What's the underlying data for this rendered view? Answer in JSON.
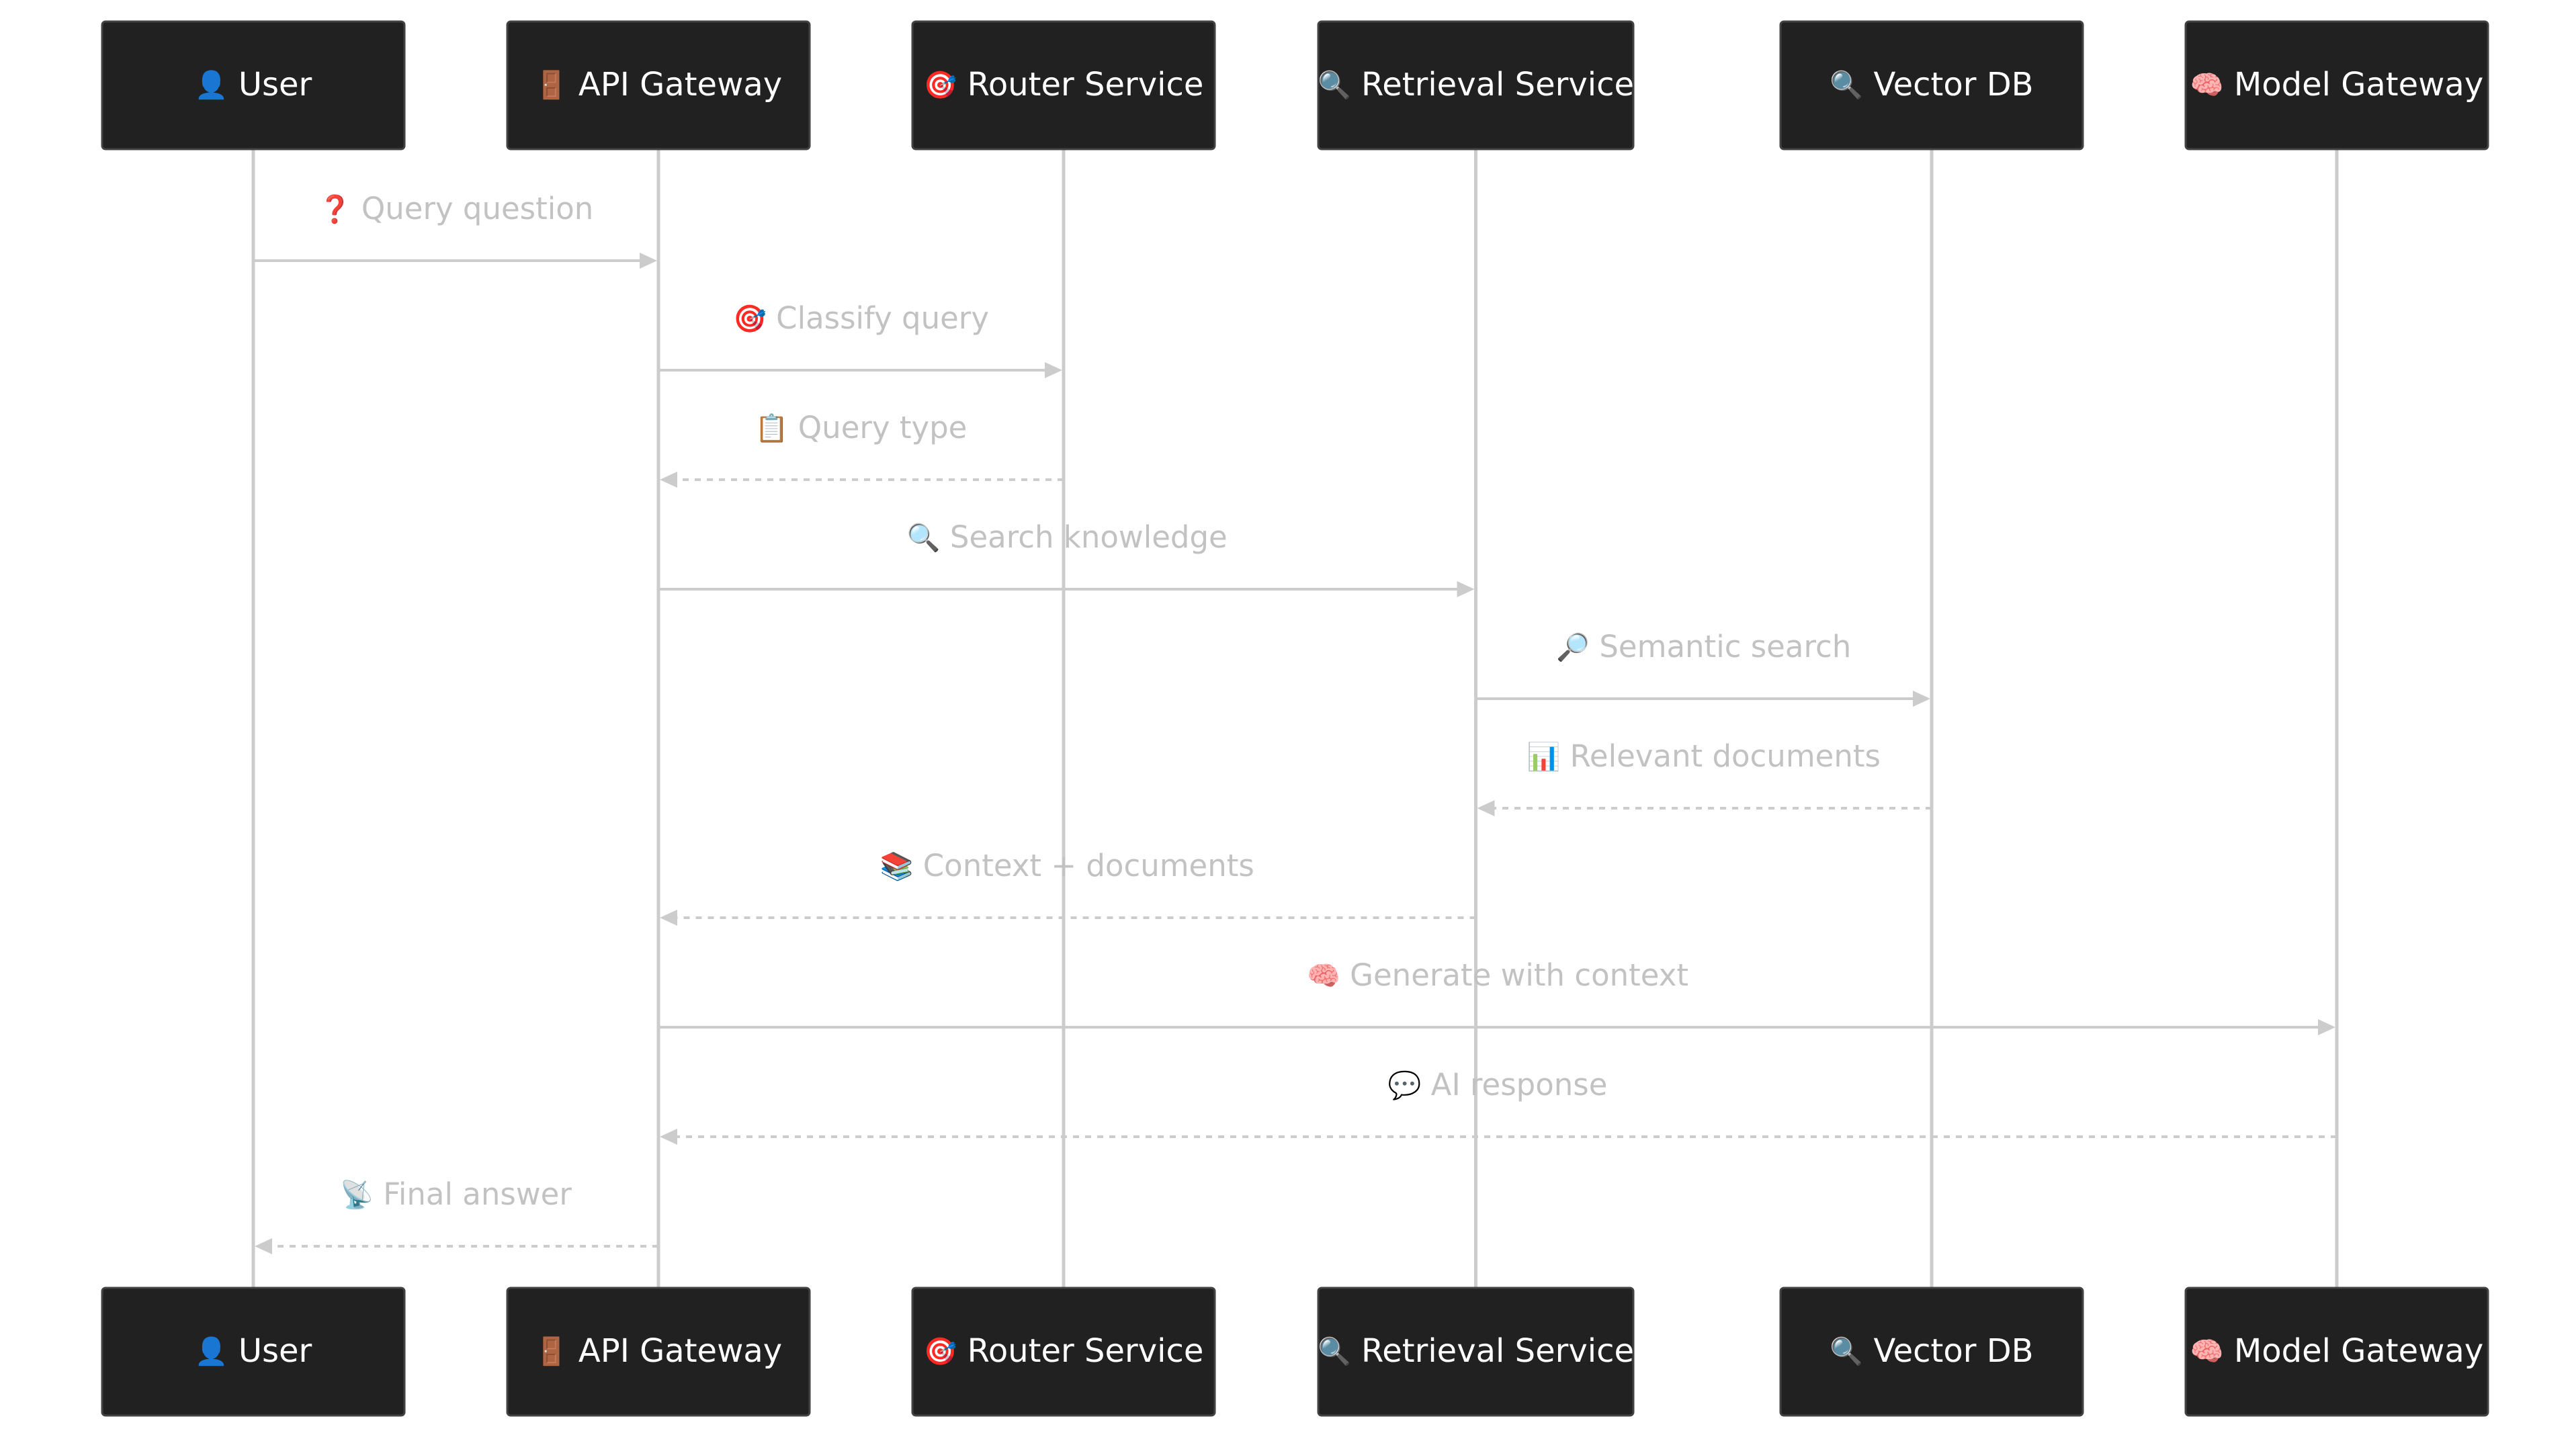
{
  "actors": [
    {
      "id": "user",
      "icon": "👤",
      "label": "User",
      "icon_name": "user-icon"
    },
    {
      "id": "api",
      "icon": "🚪",
      "label": "API Gateway",
      "icon_name": "door-icon"
    },
    {
      "id": "router",
      "icon": "🎯",
      "label": "Router Service",
      "icon_name": "target-icon"
    },
    {
      "id": "retrieval",
      "icon": "🔍",
      "label": "Retrieval Service",
      "icon_name": "magnifier-icon"
    },
    {
      "id": "vector",
      "icon": "🔍",
      "label": "Vector DB",
      "icon_name": "magnifier-icon"
    },
    {
      "id": "model",
      "icon": "🧠",
      "label": "Model Gateway",
      "icon_name": "brain-icon"
    }
  ],
  "messages": [
    {
      "from": "user",
      "to": "api",
      "icon": "❓",
      "text": "Query question",
      "style": "solid",
      "icon_name": "question-icon"
    },
    {
      "from": "api",
      "to": "router",
      "icon": "🎯",
      "text": "Classify query",
      "style": "solid",
      "icon_name": "target-icon"
    },
    {
      "from": "router",
      "to": "api",
      "icon": "📋",
      "text": "Query type",
      "style": "dashed",
      "icon_name": "clipboard-icon"
    },
    {
      "from": "api",
      "to": "retrieval",
      "icon": "🔍",
      "text": "Search knowledge",
      "style": "solid",
      "icon_name": "magnifier-icon"
    },
    {
      "from": "retrieval",
      "to": "vector",
      "icon": "🔎",
      "text": "Semantic search",
      "style": "solid",
      "icon_name": "magnifier-right-icon"
    },
    {
      "from": "vector",
      "to": "retrieval",
      "icon": "📊",
      "text": "Relevant documents",
      "style": "dashed",
      "icon_name": "bar-chart-icon"
    },
    {
      "from": "retrieval",
      "to": "api",
      "icon": "📚",
      "text": "Context + documents",
      "style": "dashed",
      "icon_name": "books-icon"
    },
    {
      "from": "api",
      "to": "model",
      "icon": "🧠",
      "text": "Generate with context",
      "style": "solid",
      "icon_name": "brain-icon"
    },
    {
      "from": "model",
      "to": "api",
      "icon": "💬",
      "text": "AI response",
      "style": "dashed",
      "icon_name": "speech-bubble-icon"
    },
    {
      "from": "api",
      "to": "user",
      "icon": "📡",
      "text": "Final answer",
      "style": "dashed",
      "icon_name": "satellite-dish-icon"
    }
  ]
}
